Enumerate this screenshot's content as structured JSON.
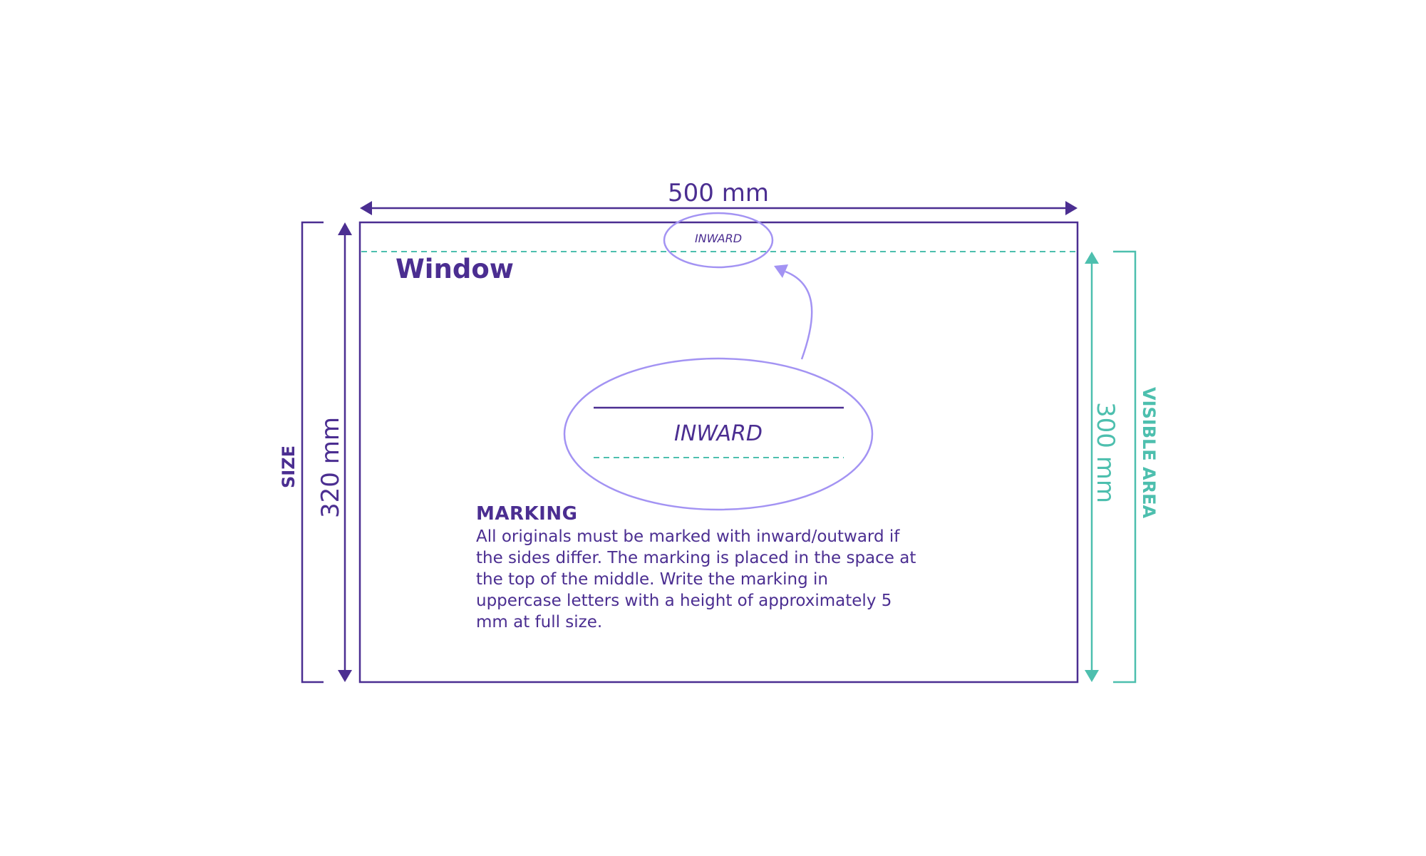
{
  "labels": {
    "width": "500 mm",
    "size_height": "320 mm",
    "size": "SIZE",
    "visible_height": "300  mm",
    "visible_area": "VISIBLE AREA",
    "window_title": "Window",
    "inward_small": "INWARD",
    "inward_large": "INWARD"
  },
  "marking": {
    "heading": "MARKING",
    "body": "All originals must be marked with inward/outward if the sides differ. The marking is placed in the space at the top of the middle. Write the marking in uppercase letters with a height of approximately 5 mm at full size."
  },
  "colors": {
    "primary": "#4b2e91",
    "accent": "#4dbfae",
    "ellipse": "#a393f3"
  }
}
